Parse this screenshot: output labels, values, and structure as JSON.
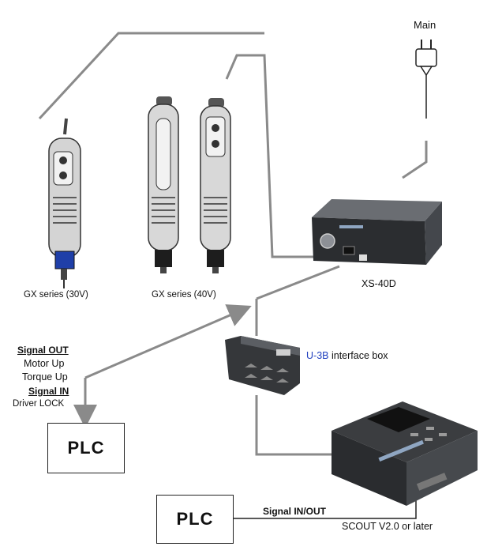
{
  "labels": {
    "main": "Main",
    "gx30": "GX series (30V)",
    "gx40": "GX series (40V)",
    "xs40d": "XS-40D",
    "u3b_model": "U-3B",
    "u3b_desc": "interface box",
    "signal_out": "Signal OUT",
    "motor_up": "Motor Up",
    "torque_up": "Torque Up",
    "signal_in": "Signal IN",
    "driver_lock": "Driver LOCK",
    "plc_top": "PLC",
    "plc_bottom": "PLC",
    "signal_inout": "Signal IN/OUT",
    "scout": "SCOUT V2.0 or later"
  },
  "colors": {
    "line": "#8a8a8a",
    "device_dark": "#2b2d30",
    "device_mid": "#55585d",
    "blue_collar": "#1f3fa8",
    "u3b_blue": "#1f3fbf"
  }
}
